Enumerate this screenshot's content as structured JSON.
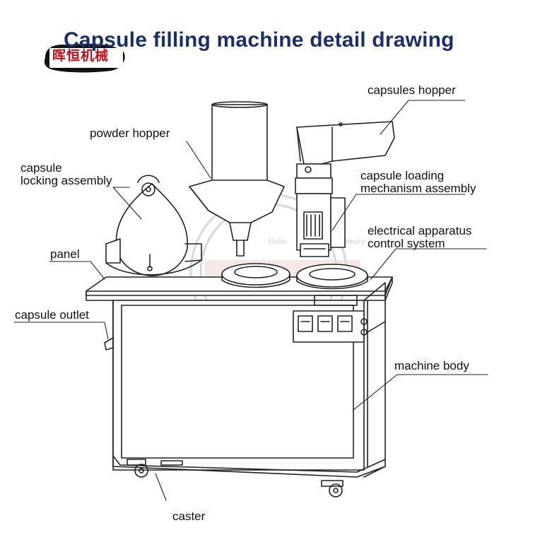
{
  "title": "Capsule filling machine detail drawing",
  "logo": {
    "text": "晖恒机械",
    "color": "#c0121d"
  },
  "watermark": {
    "left": "Huihe",
    "right": "Machinery"
  },
  "colors": {
    "title": "#1d2f6b",
    "line": "#222222"
  },
  "labels": {
    "capsules_hopper": "capsules hopper",
    "powder_hopper": "powder hopper",
    "capsule_locking_assembly": "capsule\nlocking assembly",
    "capsule_loading": "capsule loading\nmechanism assembly",
    "electrical": "electrical apparatus\ncontrol system",
    "panel": "panel",
    "capsule_outlet": "capsule outlet",
    "machine_body": "machine body",
    "caster": "caster"
  }
}
